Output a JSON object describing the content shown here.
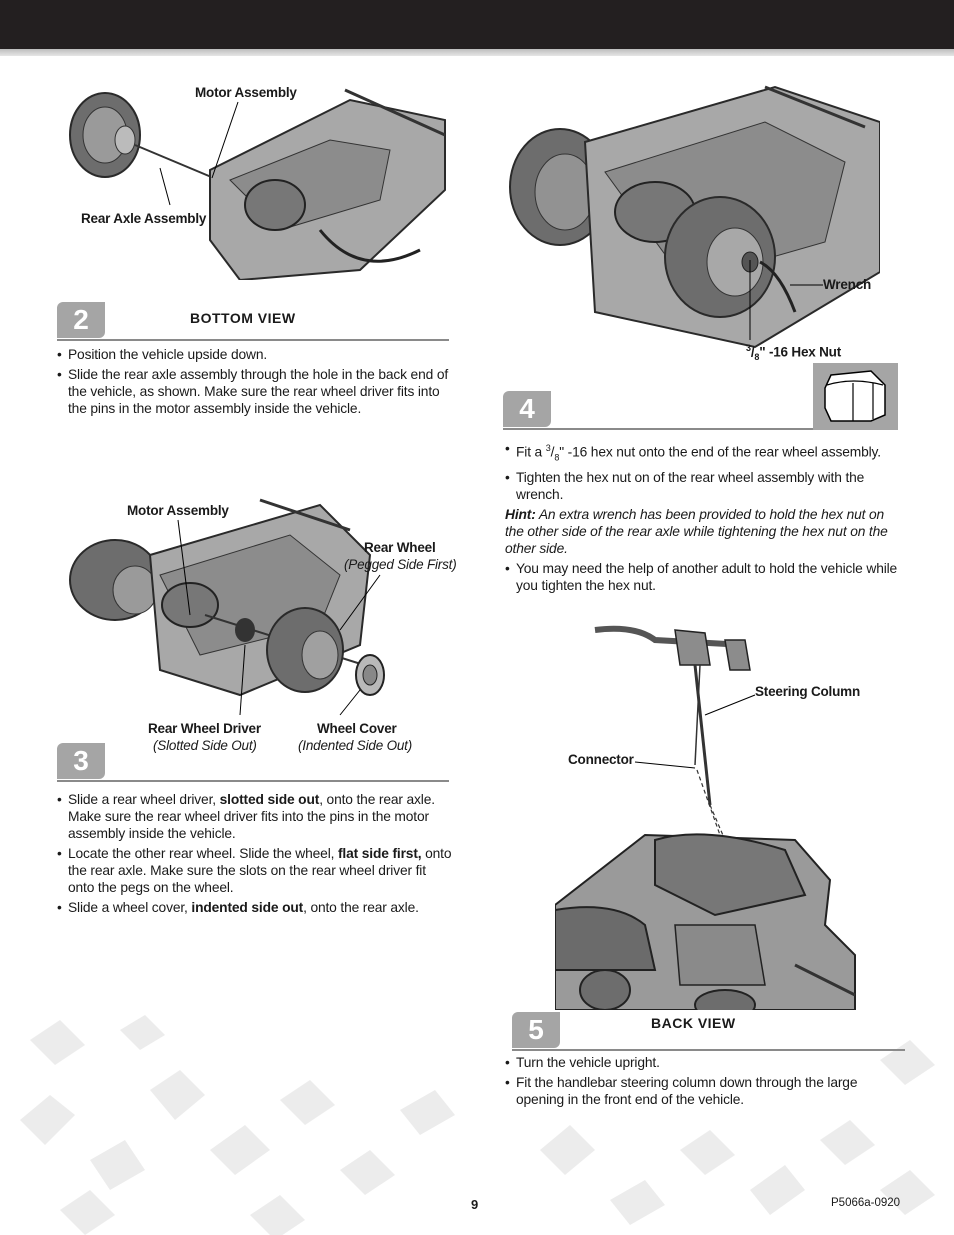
{
  "header": {
    "bar_color": "#231f20"
  },
  "step2": {
    "number": "2",
    "view_title": "BOTTOM VIEW",
    "labels": {
      "motor_assembly": "Motor Assembly",
      "rear_axle_assembly": "Rear Axle Assembly"
    },
    "bullets": [
      "Position the vehicle upside down.",
      "Slide the rear axle assembly through the hole in the back end of the vehicle, as shown. Make sure the rear wheel driver fits into the pins in the motor assembly inside the vehicle."
    ]
  },
  "step3": {
    "number": "3",
    "labels": {
      "motor_assembly": "Motor Assembly",
      "rear_wheel": "Rear Wheel",
      "rear_wheel_note": "(Pegged Side First)",
      "rear_wheel_driver": "Rear Wheel Driver",
      "rear_wheel_driver_note": "(Slotted Side Out)",
      "wheel_cover": "Wheel Cover",
      "wheel_cover_note": "(Indented Side Out)"
    },
    "bullets": [
      {
        "pre": "Slide a rear wheel driver, ",
        "bold": "slotted side out",
        "post": ", onto the rear axle. Make sure the rear wheel driver fits into the pins in the motor assembly inside the vehicle."
      },
      {
        "pre": "Locate the other rear wheel. Slide the wheel, ",
        "bold": "flat side first,",
        "post": " onto the rear axle. Make sure the slots on the rear wheel driver fit onto the pegs on the wheel."
      },
      {
        "pre": "Slide a wheel cover, ",
        "bold": "indented side out",
        "post": ", onto the rear axle."
      }
    ]
  },
  "step4": {
    "number": "4",
    "labels": {
      "wrench": "Wrench",
      "hex_nut_num": "3",
      "hex_nut_den": "8",
      "hex_nut_rest": "\" -16 Hex Nut"
    },
    "bullet1": {
      "pre": "Fit a ",
      "num": "3",
      "den": "8",
      "post": "\" -16 hex nut onto the end of the rear wheel assembly."
    },
    "bullet2": "Tighten the hex nut on of the rear wheel assembly with the wrench.",
    "hint_label": "Hint:",
    "hint_text": " An extra wrench has been provided to hold the hex nut on the other side of the rear axle while tightening the hex nut on the other side.",
    "bullet3": "You may need the help of another adult to hold the vehicle while you tighten the hex nut."
  },
  "step5": {
    "number": "5",
    "view_title": "BACK VIEW",
    "labels": {
      "steering_column": "Steering Column",
      "connector": "Connector"
    },
    "bullets": [
      "Turn the vehicle upright.",
      "Fit the handlebar steering column down through the large opening in the front end of the vehicle."
    ]
  },
  "footer": {
    "page_number": "9",
    "doc_code": "P5066a-0920"
  }
}
